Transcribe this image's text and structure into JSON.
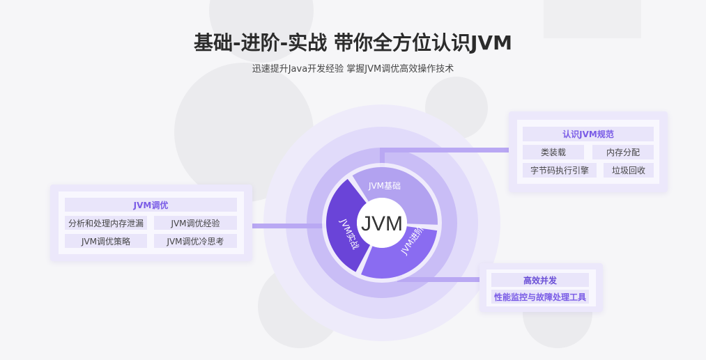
{
  "title": "基础-进阶-实战 带你全方位认识JVM",
  "subtitle": "迅速提升Java开发经验 掌握JVM调优高效操作技术",
  "center": {
    "label": "JVM",
    "segments": [
      {
        "label": "JVM基础",
        "color": "#b2a2f0"
      },
      {
        "label": "JVM进阶",
        "color": "#8a6cf1"
      },
      {
        "label": "JVM实战",
        "color": "#6a44d8"
      }
    ]
  },
  "right_box": {
    "header": "认识JVM规范",
    "items": [
      "类装载",
      "内存分配",
      "字节码执行引擎",
      "垃圾回收"
    ]
  },
  "left_box": {
    "header": "JVM调优",
    "items": [
      "分析和处理内存泄漏",
      "JVM调优经验",
      "JVM调优策略",
      "JVM调优冷思考"
    ]
  },
  "bottom_box": {
    "header": "高效并发",
    "items": [
      "性能监控与故障处理工具"
    ]
  }
}
